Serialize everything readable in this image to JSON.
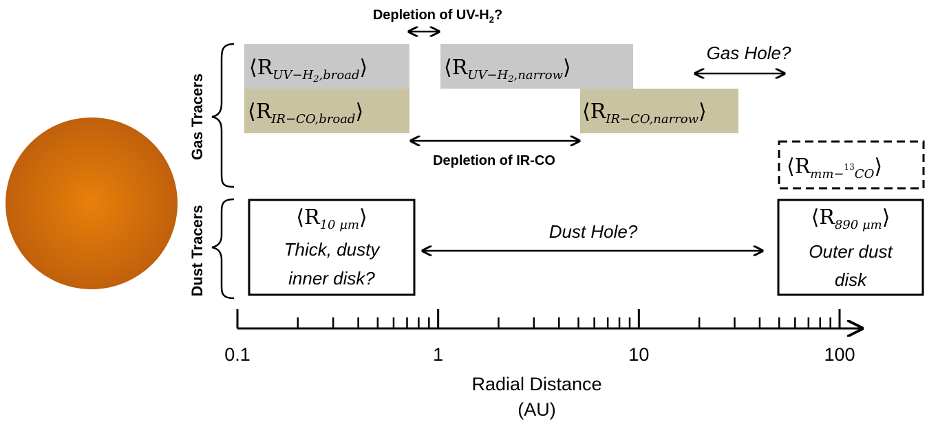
{
  "colors": {
    "uv_box": "#c8c8c8",
    "ir_box": "#c9c3a2",
    "star_center": "#e07a08",
    "star_edge": "#b8570a",
    "ink": "#000000"
  },
  "groups": {
    "gas": "Gas Tracers",
    "dust": "Dust Tracers"
  },
  "gas_tracers": {
    "uv_broad": {
      "base": "⟨R",
      "sub": "UV−H",
      "sub2": "2",
      "sub3": ",broad",
      "close": "⟩"
    },
    "uv_narrow": {
      "base": "⟨R",
      "sub": "UV−H",
      "sub2": "2",
      "sub3": ",narrow",
      "close": "⟩"
    },
    "ir_broad": {
      "base": "⟨R",
      "sub": "IR−CO,broad",
      "close": "⟩"
    },
    "ir_narrow": {
      "base": "⟨R",
      "sub": "IR−CO,narrow",
      "close": "⟩"
    },
    "mm_co": {
      "base": "⟨R",
      "sub": "mm−",
      "sup": "13",
      "sub_end": "CO",
      "close": "⟩"
    }
  },
  "annotations": {
    "depletion_uv": "Depletion of UV-H",
    "depletion_uv_sub": "2",
    "depletion_uv_end": "?",
    "depletion_ir": "Depletion of IR-CO",
    "gas_hole": "Gas Hole?",
    "dust_hole": "Dust Hole?"
  },
  "dust_tracers": {
    "inner": {
      "base": "⟨R",
      "sub": "10 μm",
      "close": "⟩",
      "line1": "Thick, dusty",
      "line2": "inner disk?"
    },
    "outer": {
      "base": "⟨R",
      "sub": "890 μm",
      "close": "⟩",
      "line1": "Outer dust",
      "line2": "disk"
    }
  },
  "axis": {
    "scale": "log",
    "range": [
      0.1,
      100
    ],
    "tick_labels": [
      "0.1",
      "1",
      "10",
      "100"
    ],
    "label_line1": "Radial Distance",
    "label_line2": "(AU)"
  }
}
